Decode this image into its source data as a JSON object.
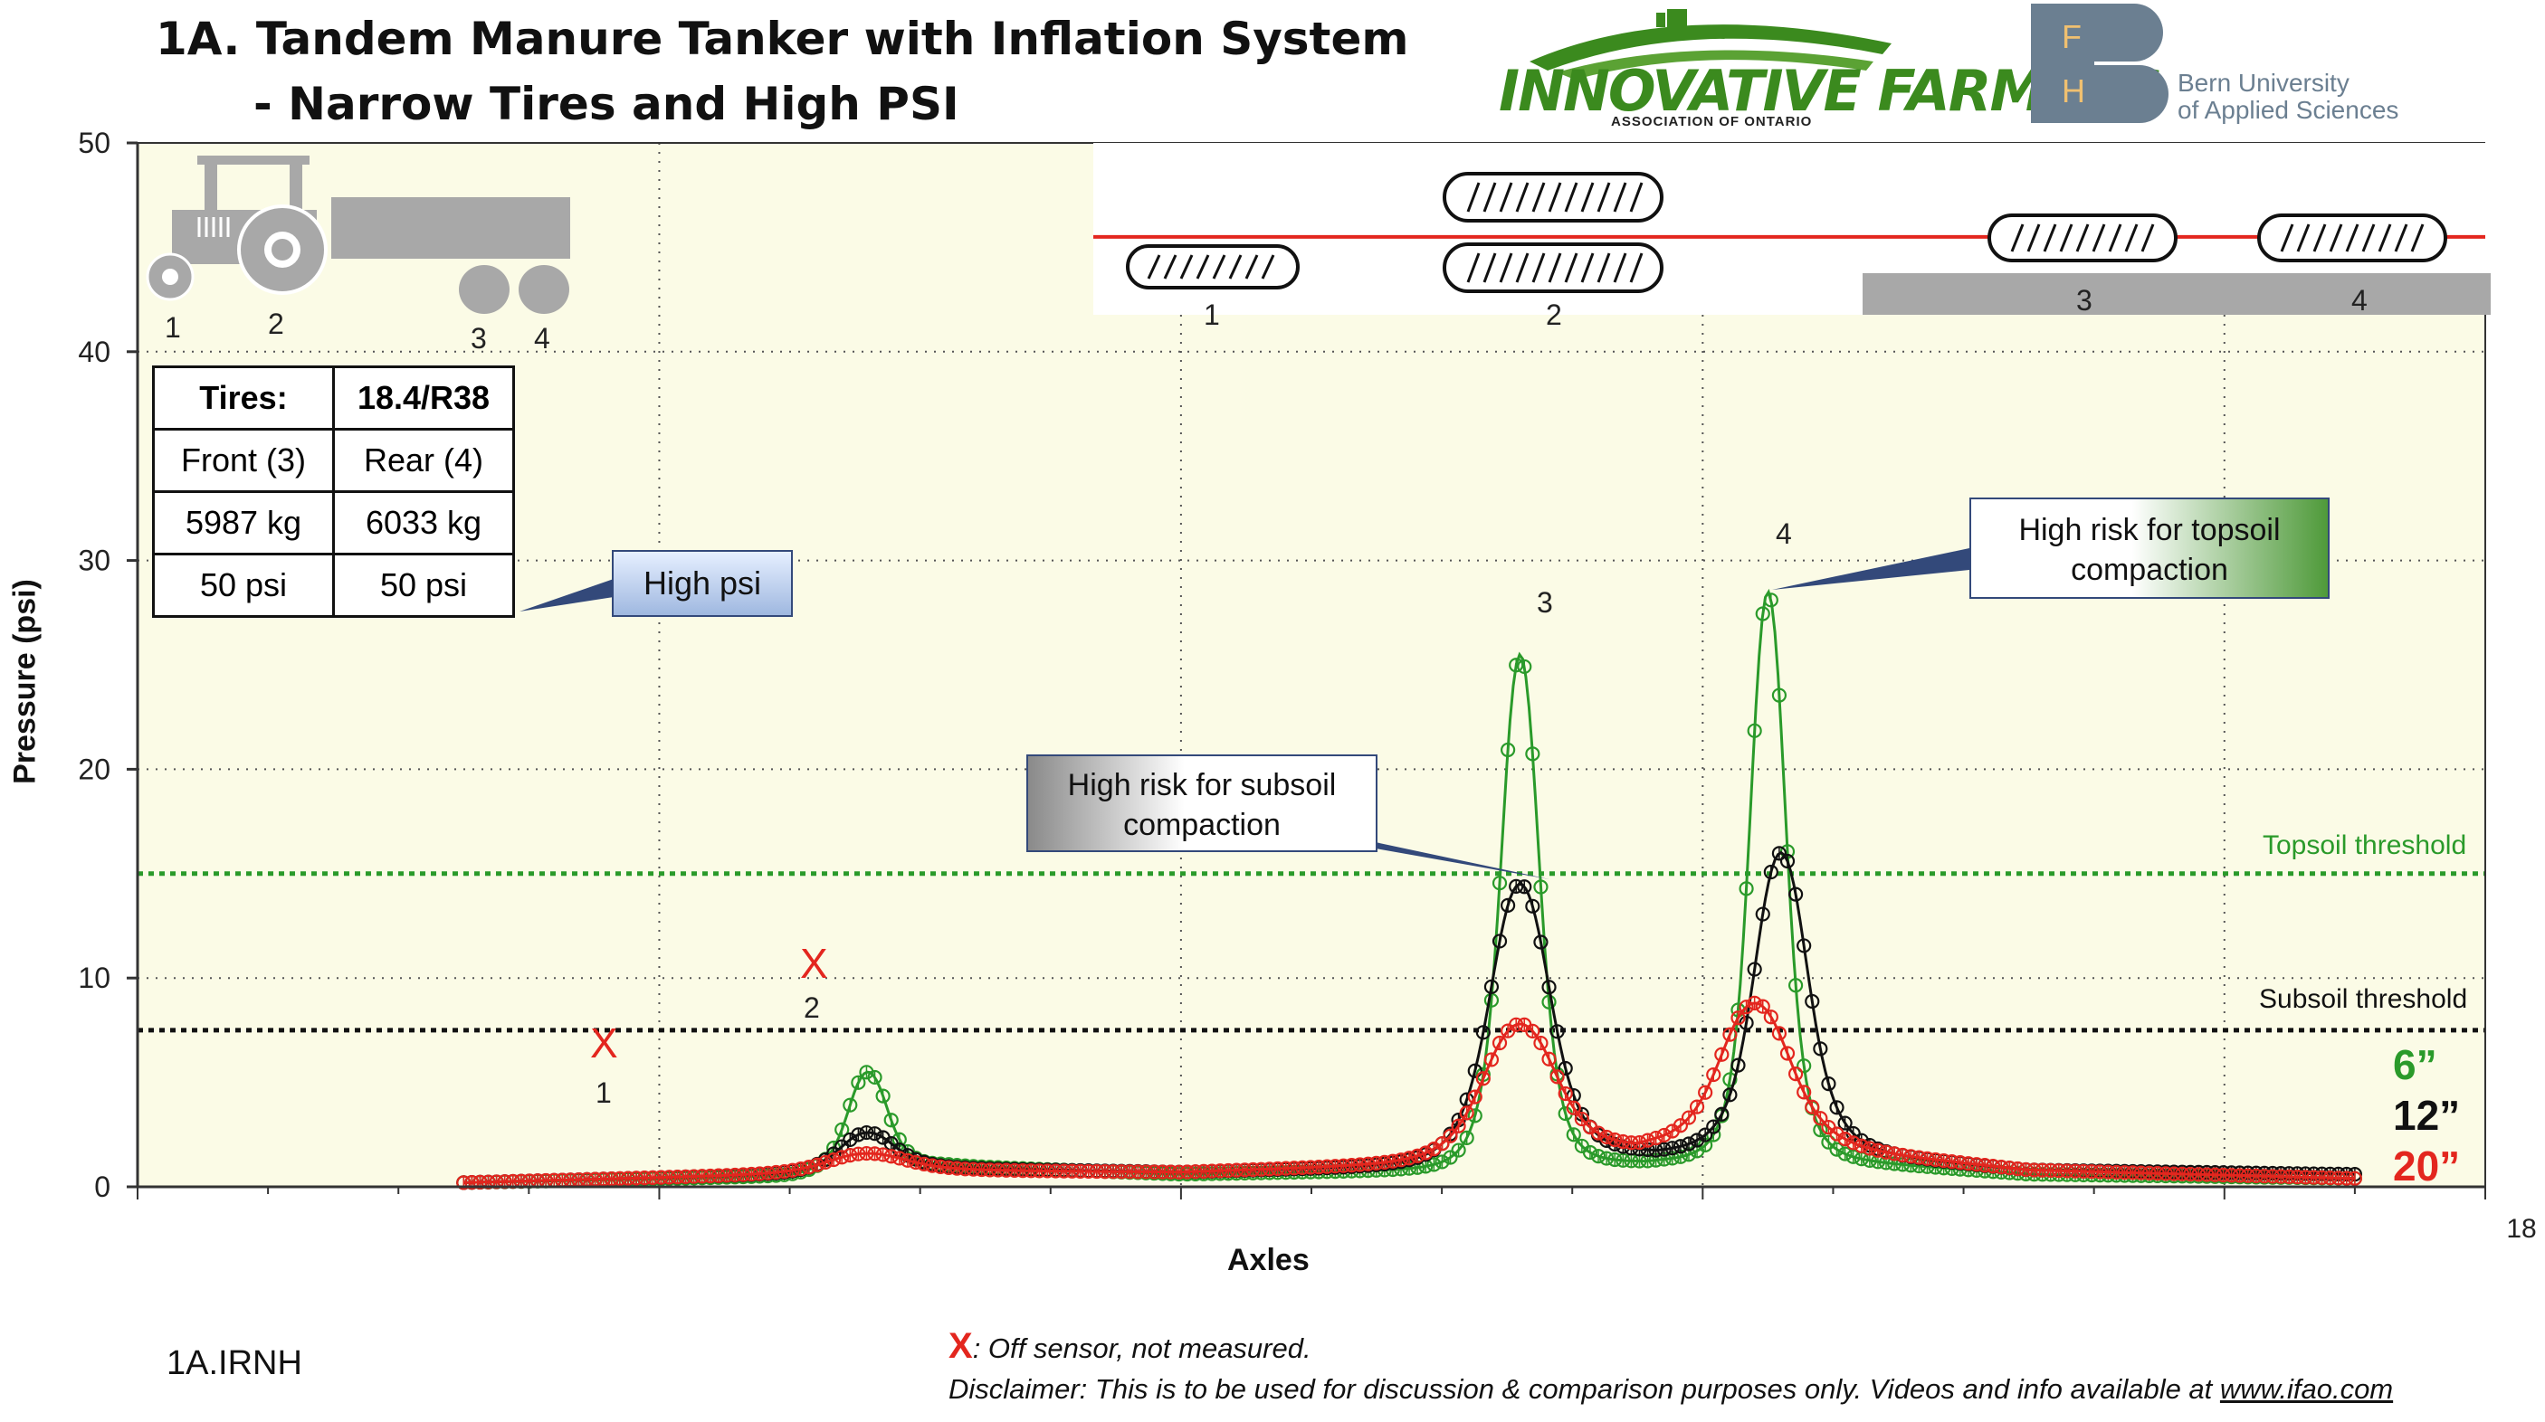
{
  "title": {
    "line1": "1A. Tandem Manure Tanker with Inflation System",
    "line2": "- Narrow Tires and High PSI"
  },
  "logos": {
    "ifao_name": "INNOVATIVE FARMERS",
    "ifao_sub": "ASSOCIATION OF ONTARIO",
    "bfh_letters": [
      "F",
      "H"
    ],
    "bfh_line1": "Bern University",
    "bfh_line2": "of Applied Sciences",
    "bfh_color": "#6b7f91",
    "ifao_color": "#3b8a1e"
  },
  "vehicle_labels": [
    "1",
    "2",
    "3",
    "4"
  ],
  "tires_table": {
    "header": [
      "Tires:",
      "18.4/R38"
    ],
    "rows": [
      [
        "Front (3)",
        "Rear (4)"
      ],
      [
        "5987 kg",
        "6033 kg"
      ],
      [
        "50 psi",
        "50 psi"
      ]
    ]
  },
  "tire_schematic": {
    "axle_labels": [
      "1",
      "2",
      "3",
      "4"
    ]
  },
  "callouts": {
    "high_psi": "High psi",
    "subsoil_line1": "High risk for subsoil",
    "subsoil_line2": "compaction",
    "topsoil_line1": "High risk for topsoil",
    "topsoil_line2": "compaction"
  },
  "depth_labels": [
    "6”",
    "12”",
    "20”"
  ],
  "peak_labels": [
    "1",
    "2",
    "3",
    "4"
  ],
  "off_sensor_marks": [
    "X",
    "X"
  ],
  "footer": {
    "code": "1A.IRNH",
    "x_mark": "X",
    "note": ": Off sensor, not measured.",
    "disclaimer": "Disclaimer: This is to be used for discussion & comparison purposes only. Videos and info available at ",
    "link": "www.ifao.com"
  },
  "chart_data": {
    "type": "line",
    "xlabel": "Axles",
    "ylabel": "Pressure (psi)",
    "xlim": [
      0,
      18
    ],
    "ylim": [
      0,
      50
    ],
    "x_tick_labels": [
      {
        "value": 18,
        "label": "18"
      }
    ],
    "y_ticks": [
      0,
      10,
      20,
      30,
      40,
      50
    ],
    "grid": "dotted",
    "plot_background": "#fbfbe6",
    "colors": {
      "6in": "#2a9a2a",
      "12in": "#111111",
      "20in": "#e3261e"
    },
    "thresholds": [
      {
        "name": "Topsoil threshold",
        "value": 15,
        "color": "#2a9a2a"
      },
      {
        "name": "Subsoil threshold",
        "value": 7.5,
        "color": "#111111"
      }
    ],
    "red_reference_line": 45.5,
    "series": [
      {
        "name": "6”",
        "baseline": [
          [
            2.5,
            0.2
          ],
          [
            5.0,
            0.5
          ],
          [
            5.7,
            0.8
          ],
          [
            6.2,
            1.0
          ],
          [
            8.0,
            0.6
          ],
          [
            10.0,
            0.8
          ],
          [
            11.7,
            1.2
          ],
          [
            12.9,
            1.3
          ],
          [
            14.5,
            0.6
          ],
          [
            17.0,
            0.4
          ]
        ],
        "peaks": [
          {
            "x": 5.6,
            "y": 5.5,
            "width": 0.18
          },
          {
            "x": 10.6,
            "y": 25.5,
            "width": 0.17
          },
          {
            "x": 12.5,
            "y": 28.5,
            "width": 0.16
          }
        ]
      },
      {
        "name": "12”",
        "baseline": [
          [
            2.5,
            0.2
          ],
          [
            5.0,
            0.6
          ],
          [
            6.0,
            0.9
          ],
          [
            8.0,
            0.7
          ],
          [
            10.0,
            1.0
          ],
          [
            11.6,
            1.6
          ],
          [
            12.9,
            1.7
          ],
          [
            14.5,
            0.8
          ],
          [
            17.0,
            0.6
          ]
        ],
        "peaks": [
          {
            "x": 5.6,
            "y": 2.6,
            "width": 0.25
          },
          {
            "x": 10.6,
            "y": 14.5,
            "width": 0.27
          },
          {
            "x": 12.6,
            "y": 16.0,
            "width": 0.24
          }
        ]
      },
      {
        "name": "20”",
        "baseline": [
          [
            2.5,
            0.2
          ],
          [
            5.0,
            0.6
          ],
          [
            6.0,
            0.8
          ],
          [
            8.0,
            0.7
          ],
          [
            10.0,
            1.1
          ],
          [
            11.6,
            1.9
          ],
          [
            12.9,
            1.8
          ],
          [
            14.5,
            0.8
          ],
          [
            17.0,
            0.4
          ]
        ],
        "peaks": [
          {
            "x": 5.6,
            "y": 1.6,
            "width": 0.35
          },
          {
            "x": 10.6,
            "y": 7.8,
            "width": 0.33
          },
          {
            "x": 12.4,
            "y": 8.8,
            "width": 0.32
          }
        ]
      }
    ],
    "x_range": [
      2.5,
      17.0
    ],
    "marker_count": 230
  }
}
